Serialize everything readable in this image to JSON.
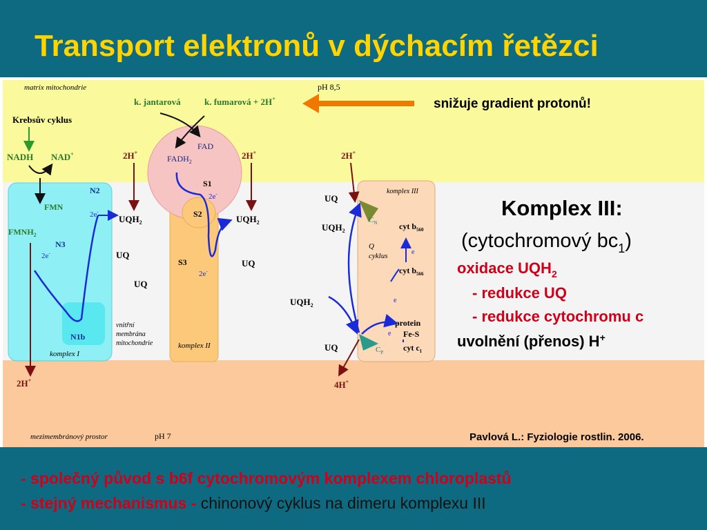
{
  "title": "Transport elektronů v dýchacím řetězci",
  "figure": {
    "labels": {
      "matrix": "matrix mitochondrie",
      "krebs": "Krebsův cyklus",
      "nadh": "NADH",
      "nad": "NAD",
      "nad_sup": "+",
      "fmn": "FMN",
      "fmnh": "FMNH",
      "fmnh_sub": "2",
      "n2": "N2",
      "n3": "N3",
      "n1b": "N1b",
      "komplex1": "komplex I",
      "two_e": "2e",
      "e_sup": "-",
      "two_h": "2H",
      "h_sup": "+",
      "four_h": "4H",
      "uqh2": "UQH",
      "uq": "UQ",
      "sub2": "2",
      "jantarova": "k. jantarová",
      "fumarova": "k.  fumarová + 2H",
      "fad": "FAD",
      "fadh": "FADH",
      "s1": "S1",
      "s2": "S2",
      "s3": "S3",
      "komplex2": "komplex II",
      "ph85": "pH 8,5",
      "ph7": "pH 7",
      "vnitrni1": "vnitřní",
      "vnitrni2": "membrána",
      "vnitrni3": "mitochondrie",
      "komplex3": "komplex III",
      "cn": "C",
      "cn_sub": "N",
      "cp": "C",
      "cp_sub": "P",
      "cytb560": "cyt b",
      "cytb560_sub": "560",
      "cytb566": "cyt b",
      "cytb566_sub": "566",
      "q": "Q",
      "cyklus": "cyklus",
      "e": "e",
      "protein": "protein",
      "fes": "Fe-S",
      "cytc1": "cyt c",
      "cytc1_sub": "1",
      "mezi": "mezimembránový prostor"
    },
    "arrow_note": "snižuje gradient protonů!",
    "komplex_title": "Komplex III:",
    "komplex_sub": "(cytochromový bc",
    "komplex_sub_sub": "1",
    "komplex_sub_end": ")",
    "oxidace": "oxidace UQH",
    "oxidace_sub": "2",
    "redukce_uq": "- redukce UQ",
    "redukce_cyt": "- redukce cytochromu c",
    "uvolneni": "uvolnění (přenos) H",
    "uvolneni_sup": "+",
    "citation": "Pavlová L.: Fyziologie rostlin. 2006."
  },
  "bottom": {
    "line1": "- společný původ s b6f cytochromovým komplexem chloroplastů",
    "line2_red": "- stejný mechanismus -",
    "line2_rest": " chinonový cyklus na dimeru komplexu III"
  },
  "colors": {
    "title": "#ffd400",
    "band": "#0e6a80",
    "matrix": "#fafa9c",
    "intermembrane": "#fbc99c",
    "complex1": "#8ef0f4",
    "complex2": "#fcc97a",
    "complex3": "#fcd9b8",
    "sdh": "#f7c4c4",
    "accent_red": "#d0001a"
  }
}
